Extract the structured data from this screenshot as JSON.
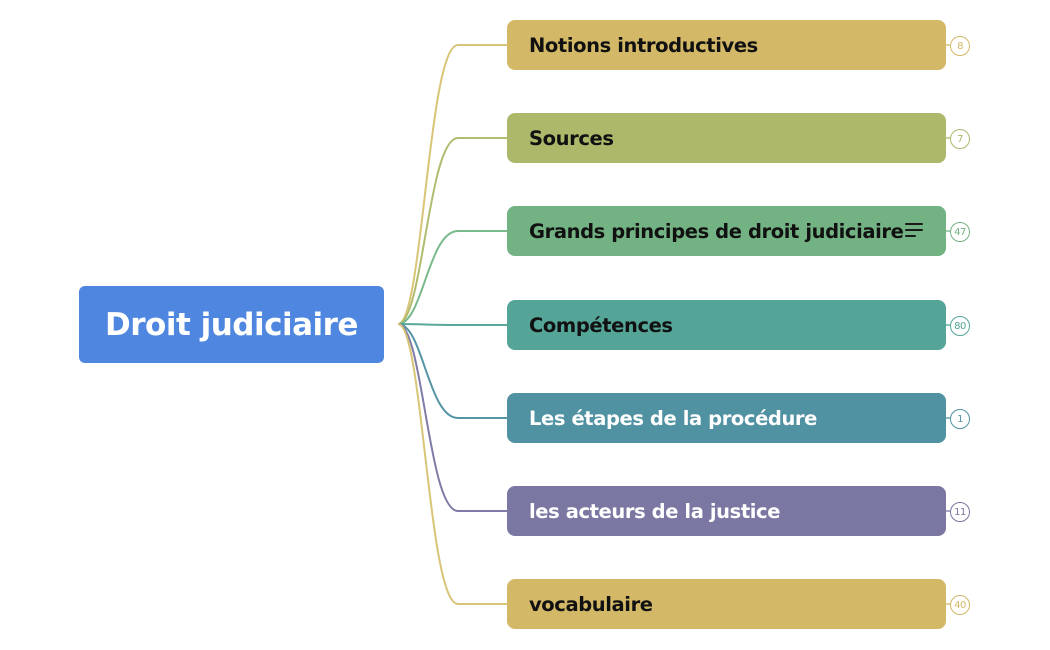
{
  "root": {
    "label": "Droit judiciaire",
    "color": "#4f86df"
  },
  "topics": [
    {
      "label": "Notions introductives",
      "count": "8",
      "color": "#d3b967",
      "line": "#d9c577",
      "text": "#111111",
      "badge_color": "#d3b967"
    },
    {
      "label": "Sources",
      "count": "7",
      "color": "#adb86b",
      "line": "#b1bc6f",
      "text": "#111111",
      "badge_color": "#adb86b"
    },
    {
      "label": "Grands principes de droit judiciaire",
      "count": "47",
      "color": "#73b383",
      "line": "#7ab98b",
      "text": "#111111",
      "badge_color": "#73b383",
      "has_notes": true,
      "notes_icon": "notes-lines-icon"
    },
    {
      "label": "Compétences",
      "count": "80",
      "color": "#54a498",
      "line": "#5aa89c",
      "text": "#111111",
      "badge_color": "#54a498"
    },
    {
      "label": "Les étapes de la procédure",
      "count": "1",
      "color": "#5092a2",
      "line": "#5595a5",
      "text": "#ffffff",
      "badge_color": "#5092a2"
    },
    {
      "label": "les acteurs de la justice",
      "count": "11",
      "color": "#7a78a2",
      "line": "#7e7ca6",
      "text": "#ffffff",
      "badge_color": "#7a78a2"
    },
    {
      "label": "vocabulaire",
      "count": "40",
      "color": "#d3b967",
      "line": "#d9c577",
      "text": "#111111",
      "badge_color": "#d3b967"
    }
  ]
}
